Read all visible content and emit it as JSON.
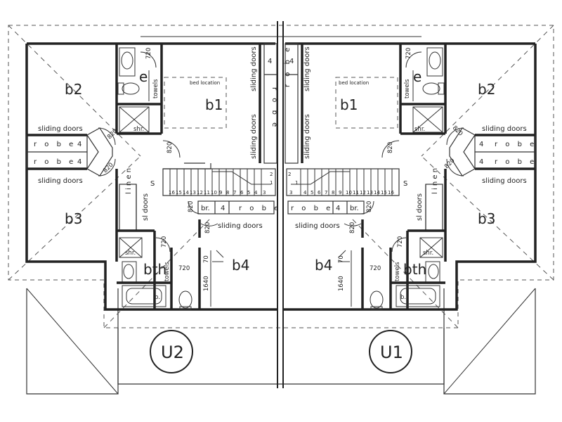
{
  "rooms": {
    "bed1": "b1",
    "bed2": "b2",
    "bed3": "b3",
    "bed4": "b4",
    "bath": "bth",
    "ensuite": "e",
    "bridge": "br."
  },
  "labels": {
    "sliding_doors": "sliding doors",
    "robe": "r o b e",
    "robe_vertical": "r o b e",
    "sl_doors": "sl doors",
    "linen": "l i n e n",
    "towels": "towels",
    "shower": "shr.",
    "bath_tub": "b.",
    "bed_location": "bed location",
    "stair_s": "S",
    "robe_depth": "4"
  },
  "dims": {
    "door_820": "820",
    "door_720": "720",
    "dim_1640": "1640",
    "dim_70": "70"
  },
  "stair_numbers": [
    "16",
    "15",
    "14",
    "13",
    "12",
    "11",
    "10",
    "9",
    "8",
    "7",
    "6",
    "5",
    "4",
    "3"
  ],
  "stair_landing": [
    "1",
    "2"
  ],
  "units": {
    "left": "U2",
    "right": "U1"
  }
}
